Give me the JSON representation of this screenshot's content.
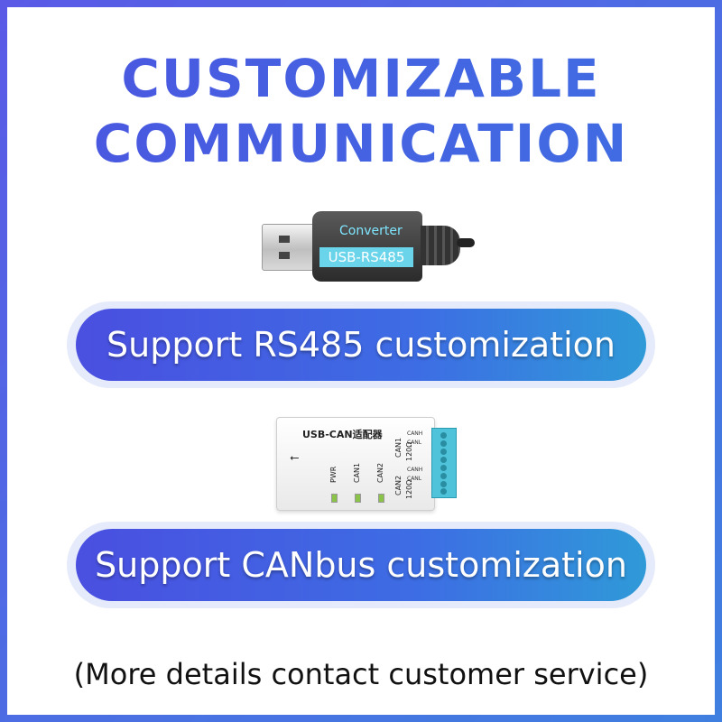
{
  "heading": {
    "line1": "CUSTOMIZABLE",
    "line2": "COMMUNICATION"
  },
  "rs485_device": {
    "brand_text": "Converter",
    "model_label": "USB-RS485"
  },
  "rs485_pill": {
    "label": "Support RS485 customization"
  },
  "can_device": {
    "title": "USB-CAN适配器",
    "pwr": "PWR",
    "can1": "CAN1",
    "can2": "CAN2",
    "canh": "CANH",
    "canl": "CANL",
    "can1_port": "CAN1",
    "can2_port": "CAN2",
    "res": "120Ω"
  },
  "can_pill": {
    "label": "Support CANbus customization"
  },
  "footer": {
    "note": "(More details contact customer service)"
  },
  "colors": {
    "border_gradient_start": "#5a5ae6",
    "border_gradient_end": "#3f7fe0",
    "pill_start": "#4a4fe0",
    "pill_end": "#2f9ad8"
  }
}
